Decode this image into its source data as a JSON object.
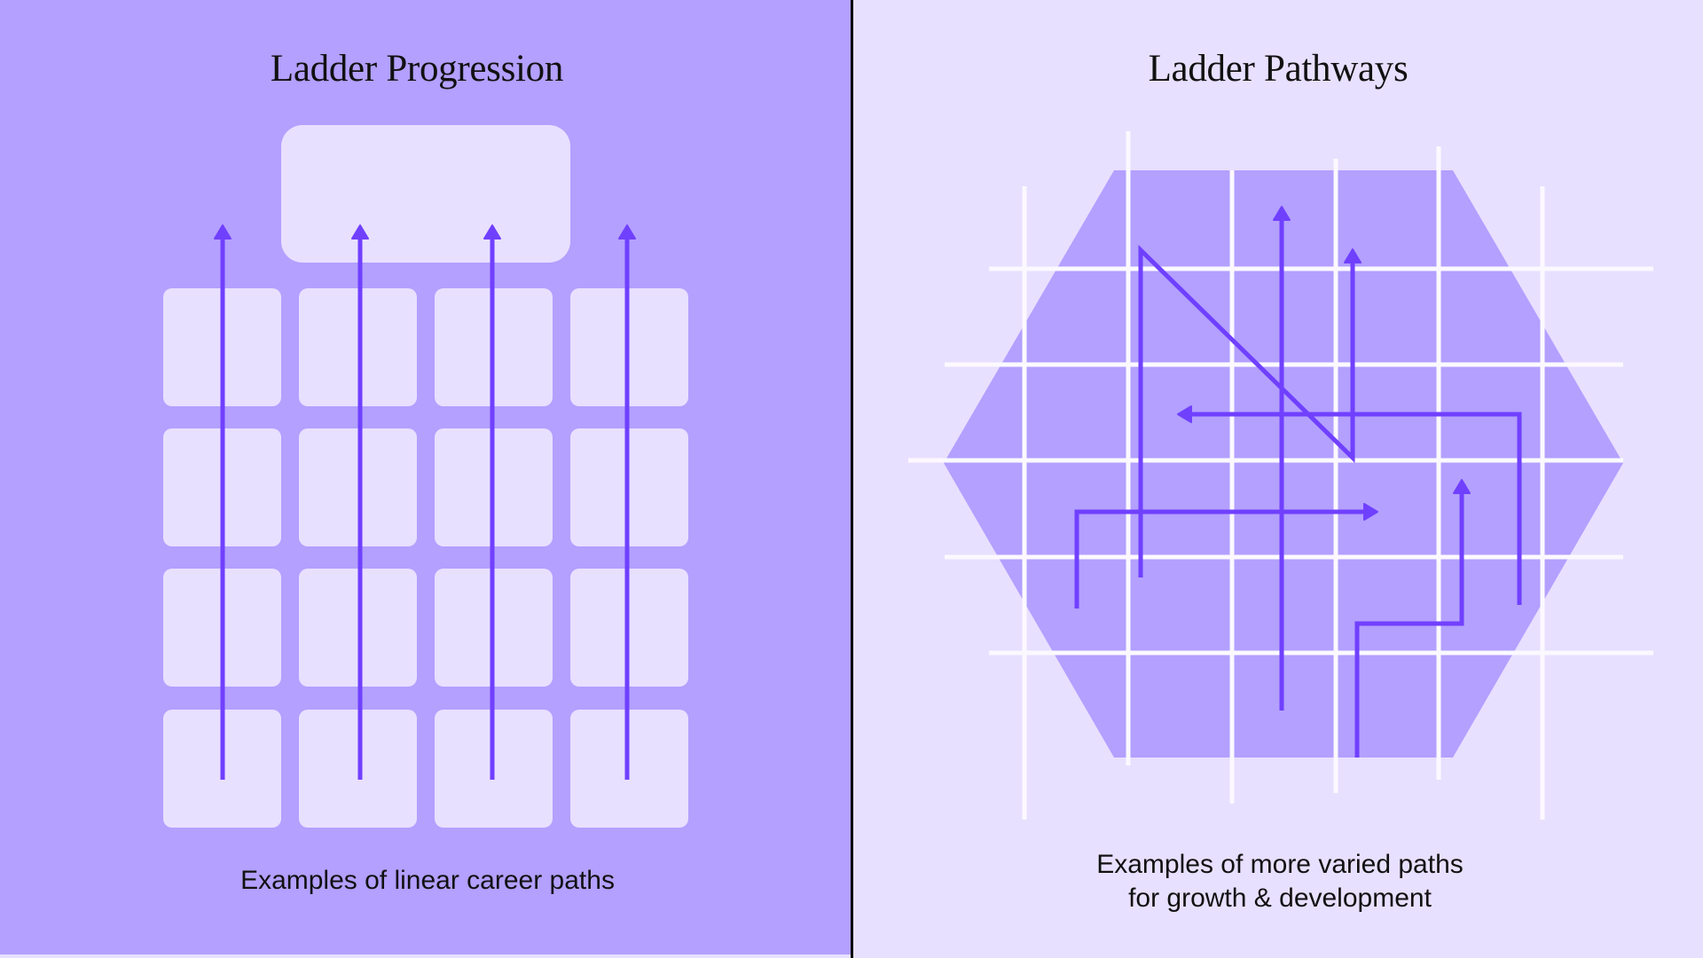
{
  "colors": {
    "left_background": "#b3a0ff",
    "right_background": "#e8e0ff",
    "tile": "#e8e0ff",
    "hexagon": "#b3a0ff",
    "grid_line": "#fbf9ff",
    "path_arrow": "#7040ff",
    "divider": "#000000",
    "text": "#111111"
  },
  "left_panel": {
    "title": "Ladder Progression",
    "caption": "Examples of linear career paths",
    "diagram": {
      "top_box": "destination-role-box",
      "grid_rows": 4,
      "grid_columns": 4,
      "arrows": [
        {
          "direction": "up",
          "label": "linear-path-1"
        },
        {
          "direction": "up",
          "label": "linear-path-2"
        },
        {
          "direction": "up",
          "label": "linear-path-3"
        },
        {
          "direction": "up",
          "label": "linear-path-4"
        }
      ]
    }
  },
  "right_panel": {
    "title": "Ladder Pathways",
    "caption_line1": "Examples of more varied paths",
    "caption_line2": "for growth & development",
    "diagram": {
      "shape": "hexagon",
      "grid_vertical_lines": 6,
      "grid_horizontal_lines": 5,
      "paths": [
        {
          "name": "zigzag-path",
          "ends_with": "arrow-up"
        },
        {
          "name": "straight-up-path",
          "ends_with": "arrow-up"
        },
        {
          "name": "leftward-path",
          "ends_with": "arrow-left"
        },
        {
          "name": "rightward-path",
          "ends_with": "arrow-right"
        },
        {
          "name": "stepped-up-path",
          "ends_with": "arrow-up"
        }
      ]
    }
  }
}
